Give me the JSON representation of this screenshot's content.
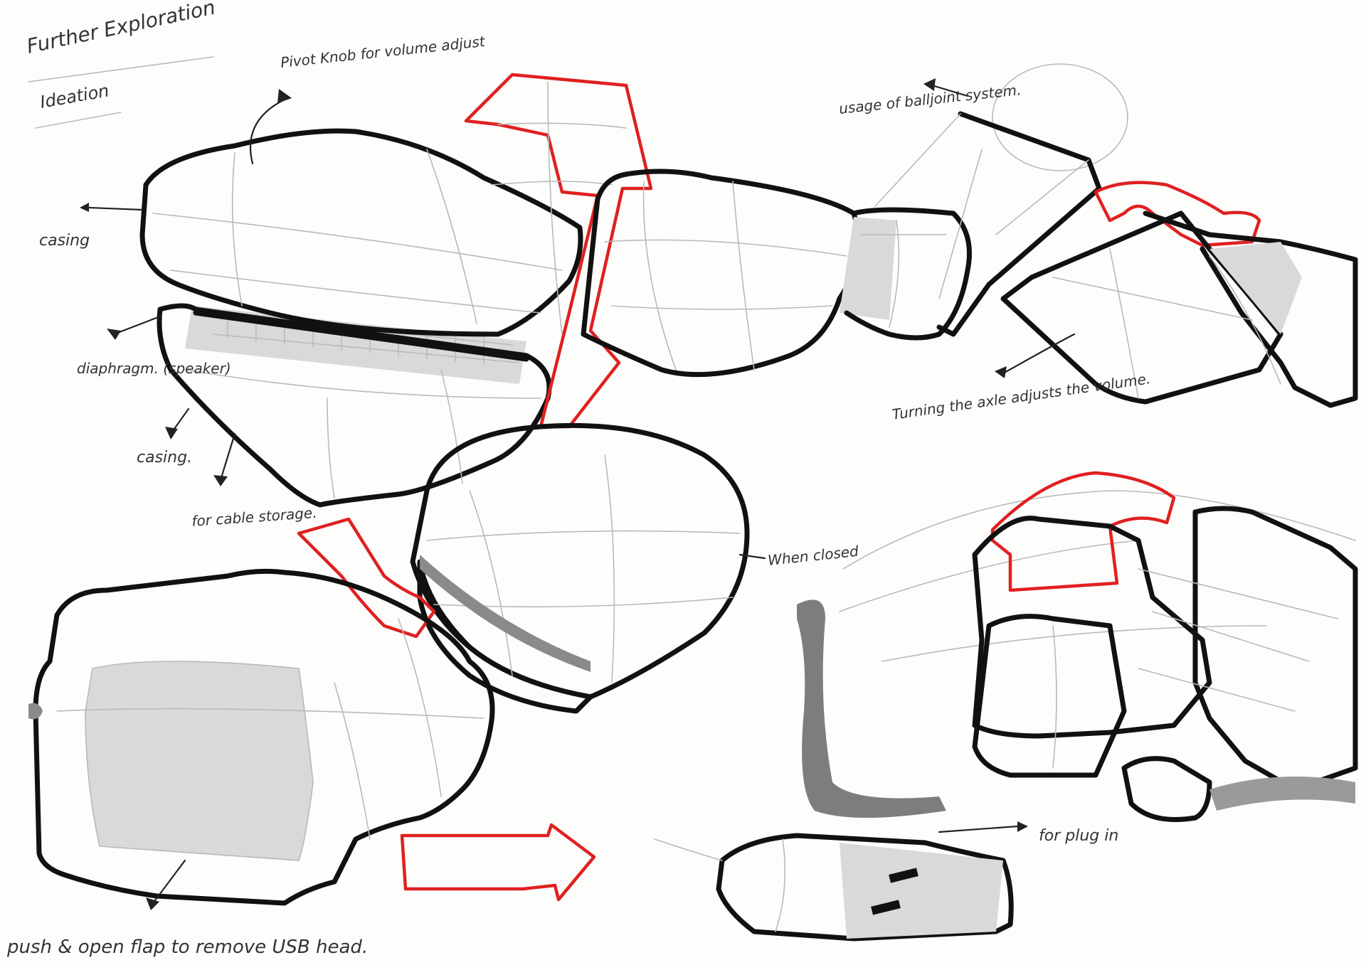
{
  "heading": {
    "title": "Further Exploration",
    "subtitle": "Ideation"
  },
  "annotations": {
    "pivot_knob": "Pivot Knob for volume adjust",
    "casing_top": "casing",
    "diaphragm": "diaphragm. (speaker)",
    "casing_bottom": "casing.",
    "cable_storage": "for cable storage.",
    "balljoint": "usage of balljoint system.",
    "turning_axle": "Turning the axle adjusts the volume.",
    "when_closed": "When closed",
    "plug_in": "for plug in",
    "flap": "push & open flap to remove USB head."
  },
  "colors": {
    "ink": "#111111",
    "pencil": "#b9b9b9",
    "accent": "#e02020"
  }
}
